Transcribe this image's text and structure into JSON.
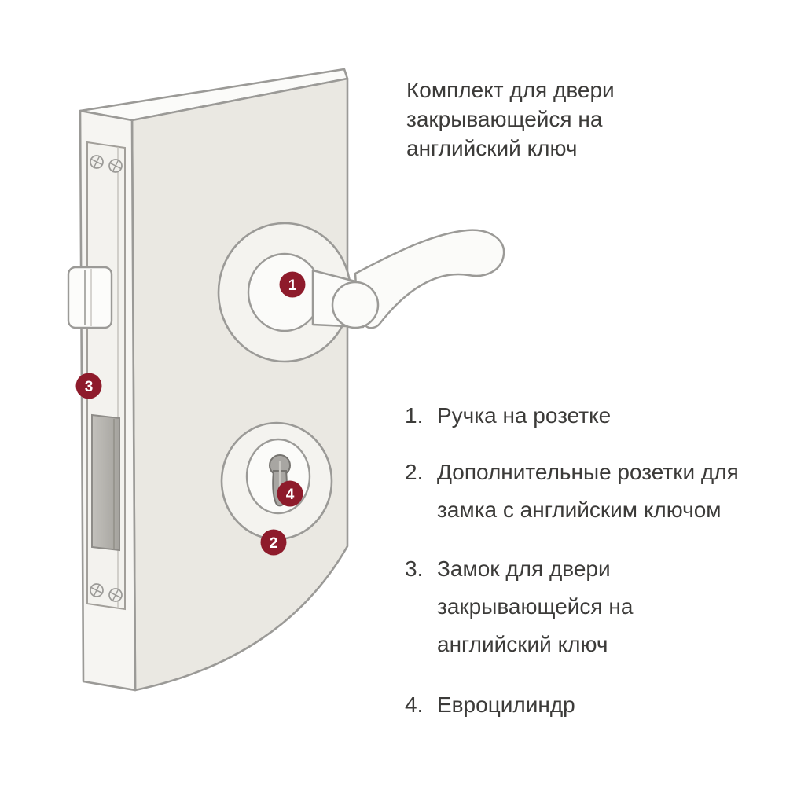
{
  "title": {
    "lines": [
      "Комплект для двери",
      "закрывающейся на",
      "английский ключ"
    ]
  },
  "legend": {
    "items": [
      {
        "number": "1.",
        "lines": [
          "Ручка на розетке"
        ]
      },
      {
        "number": "2.",
        "lines": [
          "Дополнительные розетки для",
          "замка с английским ключом"
        ]
      },
      {
        "number": "3.",
        "lines": [
          "Замок для двери",
          "закрывающейся на",
          "английский ключ"
        ]
      },
      {
        "number": "4.",
        "lines": [
          "Евроцилиндр"
        ]
      }
    ]
  },
  "diagram": {
    "callouts": [
      {
        "number": "1"
      },
      {
        "number": "2"
      },
      {
        "number": "3"
      },
      {
        "number": "4"
      }
    ],
    "colors": {
      "badge": "#8e1b2b",
      "outline": "#9b9a97",
      "door_face": "#eae8e2"
    }
  }
}
